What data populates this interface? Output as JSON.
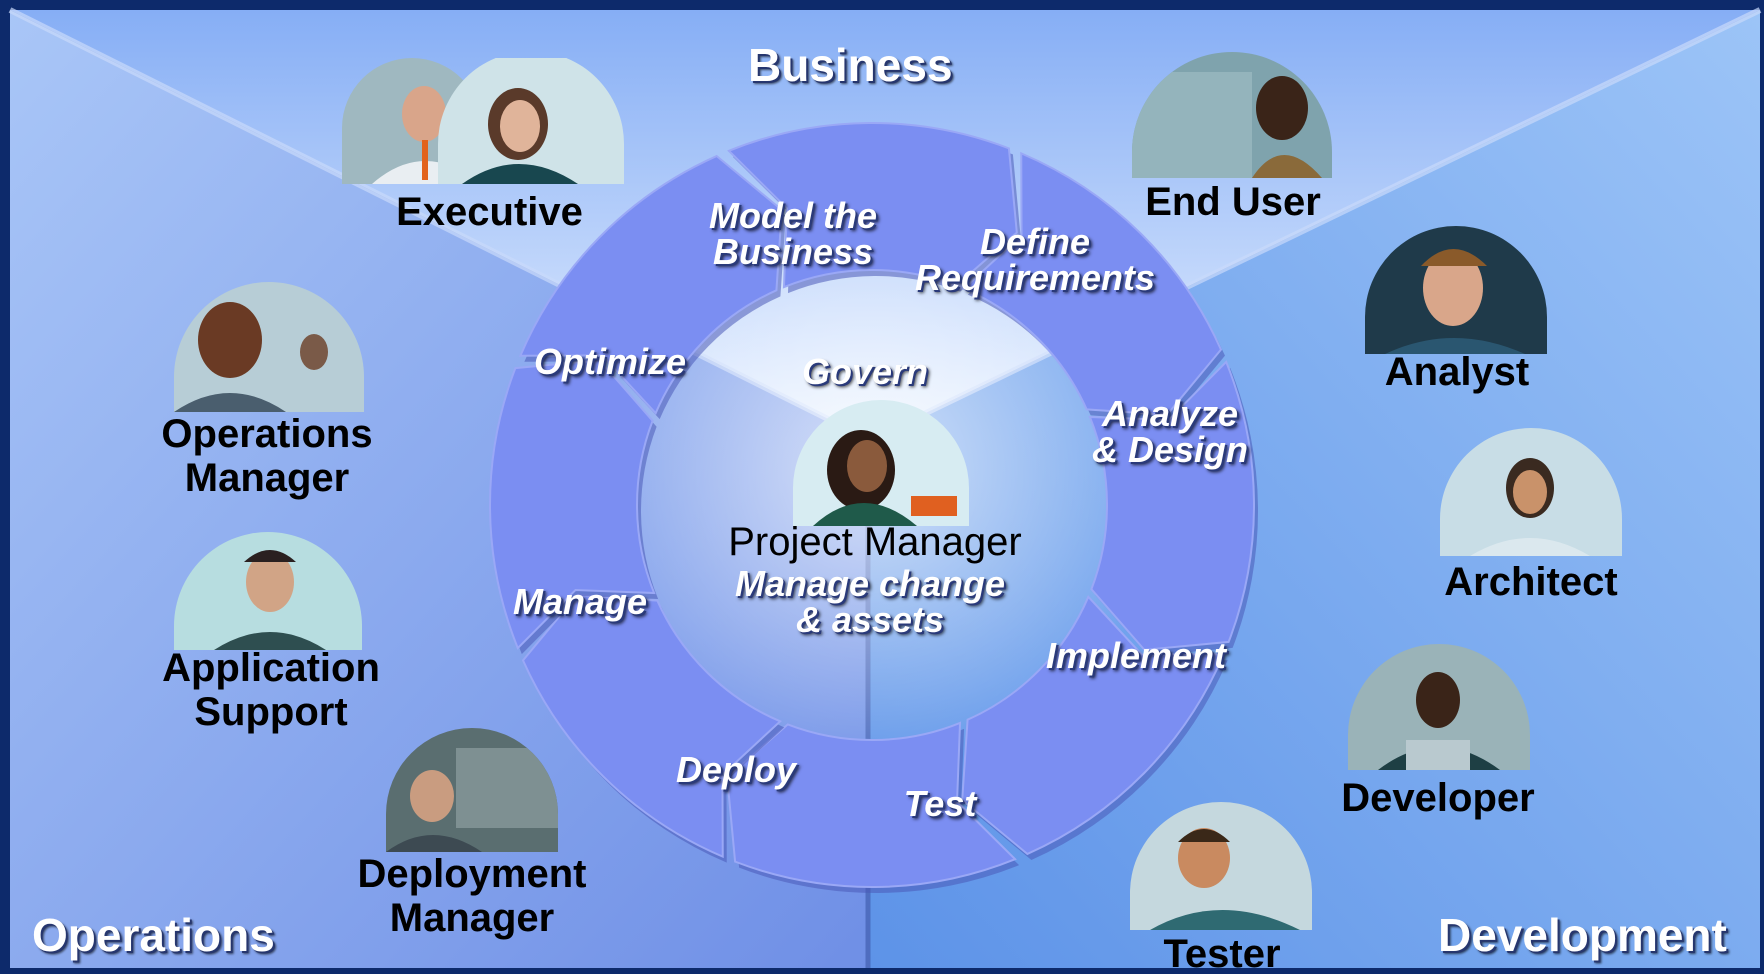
{
  "zones": {
    "business": "Business",
    "operations": "Operations",
    "development": "Development"
  },
  "cycle": {
    "model_business": "Model the\nBusiness",
    "define_requirements": "Define\nRequirements",
    "analyze_design": "Analyze\n& Design",
    "implement": "Implement",
    "test": "Test",
    "deploy": "Deploy",
    "manage": "Manage",
    "optimize": "Optimize"
  },
  "center": {
    "govern": "Govern",
    "role": "Project  Manager",
    "task": "Manage change\n& assets"
  },
  "roles": {
    "executive": "Executive",
    "end_user": "End User",
    "analyst": "Analyst",
    "architect": "Architect",
    "developer": "Developer",
    "tester": "Tester",
    "operations_manager": "Operations\nManager",
    "application_support": "Application\nSupport",
    "deployment_manager": "Deployment\nManager"
  },
  "colors": {
    "arrow": "#7b8ef2",
    "panel": "#8fb4f5",
    "border": "#0d2a6b"
  }
}
